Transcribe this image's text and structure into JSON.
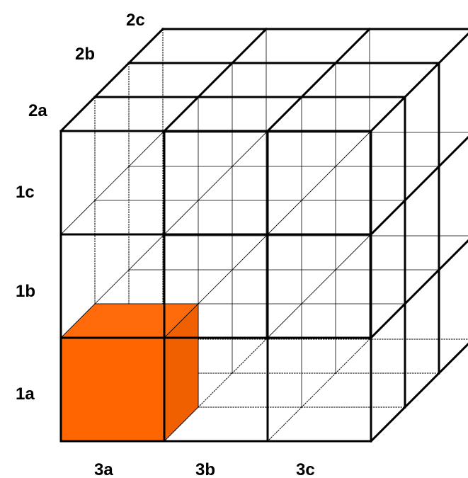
{
  "labels": {
    "row_1c": "1c",
    "row_1b": "1b",
    "row_1a": "1a",
    "depth_2a": "2a",
    "depth_2b": "2b",
    "depth_2c": "2c",
    "col_3a": "3a",
    "col_3b": "3b",
    "col_3c": "3c"
  },
  "grid": {
    "columns": 3,
    "rows": 3,
    "depth": 3
  },
  "highlighted_cell": {
    "row": "1a",
    "column": "3a",
    "depth": "2a"
  },
  "colors": {
    "line": "#000000",
    "highlight_front": "#ff6600",
    "highlight_top": "#ff6a0a",
    "highlight_side": "#f06000"
  }
}
